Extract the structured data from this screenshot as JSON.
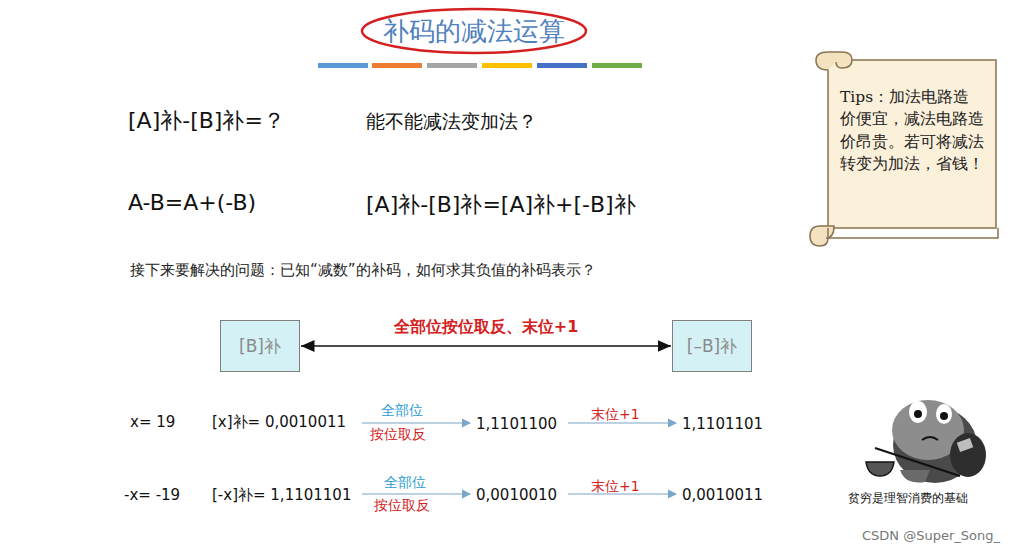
{
  "diagram": {
    "title": "补码的减法运算",
    "nodes": [
      {
        "text": [
          "Tips：加法电路造价便宜，减法电路造价昂贵。若可将减法转变为加法，省钱！"
        ]
      },
      {
        "text": [
          "[B]补"
        ]
      },
      {
        "text": [
          "[–B]补"
        ]
      }
    ],
    "edges": [
      {
        "from": 1,
        "to": 2,
        "label": "全部位按位取反、末位+1",
        "arrow": "both"
      }
    ],
    "labels": [
      "[A]补-[B]补=？",
      "能不能减法变加法？",
      "A-B=A+(-B)",
      "[A]补-[B]补=[A]补+[-B]补",
      "接下来要解决的问题：已知“减数”的补码，如何求其负值的补码表示？",
      "x= 19",
      "[x]补= 0,0010011",
      "全部位",
      "按位取反",
      "1,1101100",
      "末位+1",
      "1,1101101",
      "-x= -19",
      "[-x]补= 1,1101101",
      "全部位",
      "按位取反",
      "0,0010010",
      "末位+1",
      "0,0010011",
      "贫穷是理智消费的基础",
      "CSDN @Super_Song_"
    ]
  }
}
